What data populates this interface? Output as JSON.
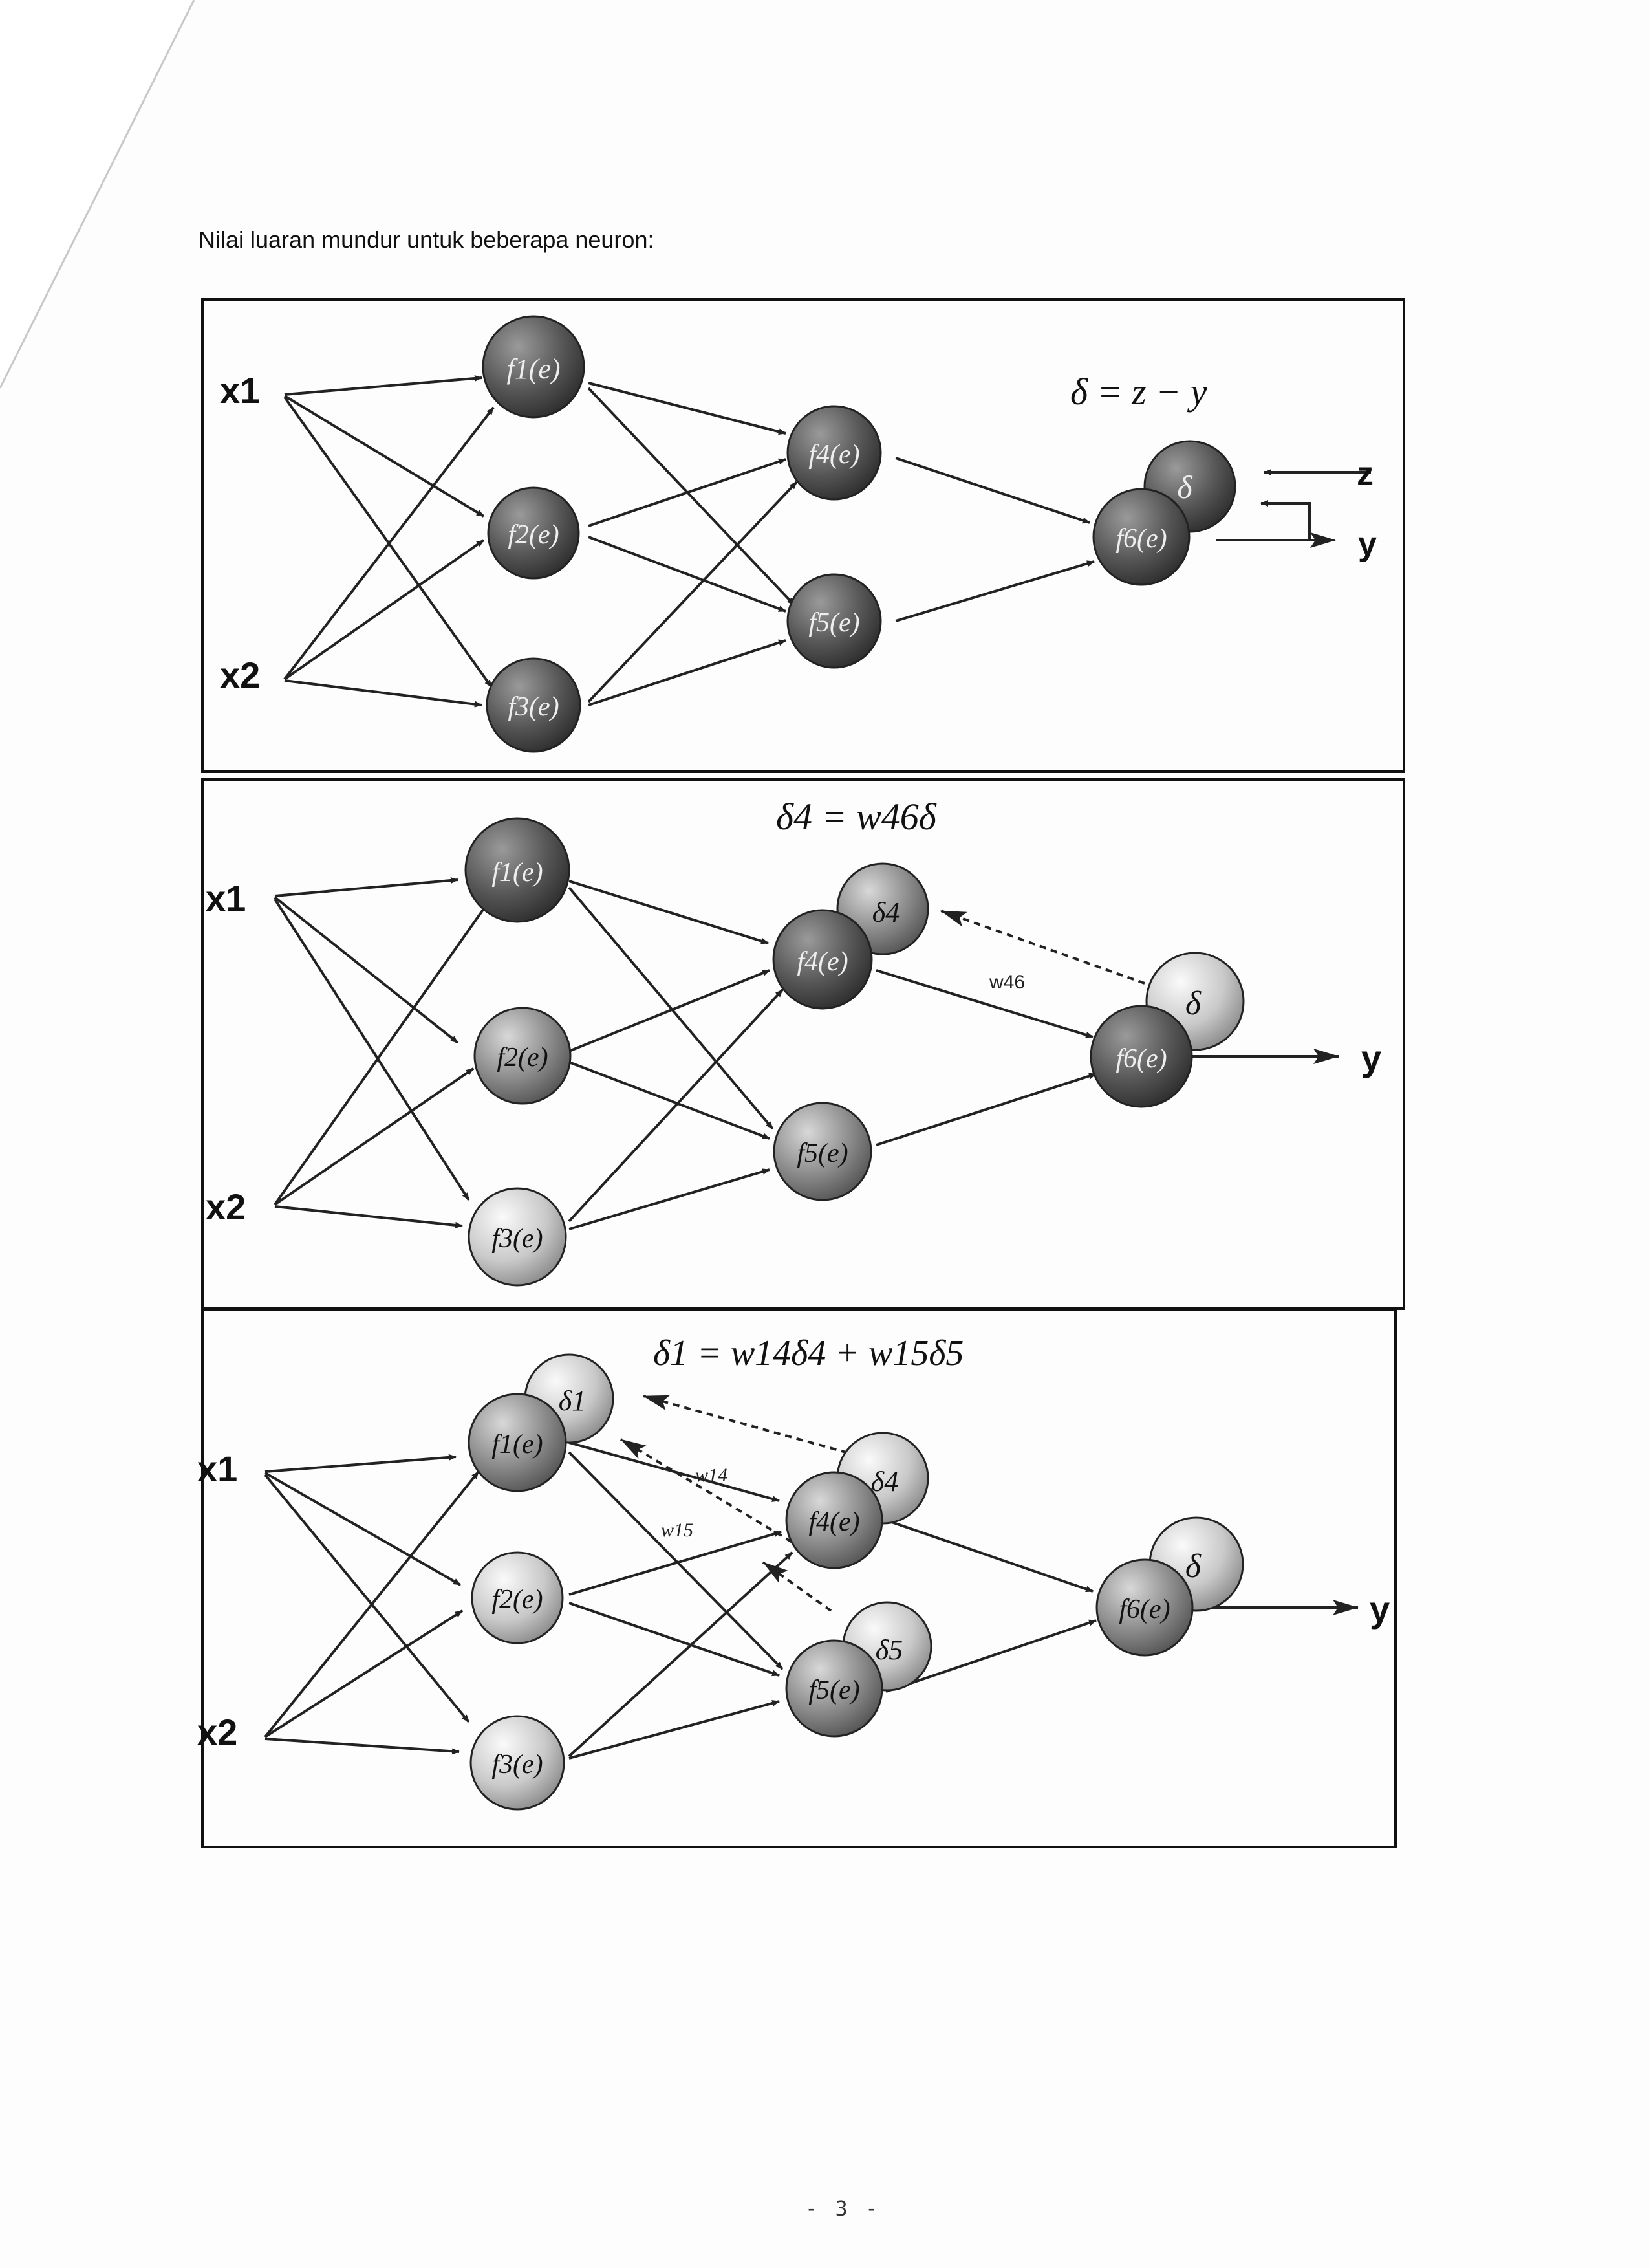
{
  "page": {
    "heading": "Nilai luaran mundur untuk beberapa neuron:",
    "page_number": "- 3 -"
  },
  "panels": [
    {
      "formula": "δ = z − y",
      "inputs": [
        "x1",
        "x2"
      ],
      "outputs": [
        "z",
        "y"
      ],
      "neurons": [
        "f1(e)",
        "f2(e)",
        "f3(e)",
        "f4(e)",
        "f5(e)",
        "f6(e)"
      ],
      "error_label": "δ"
    },
    {
      "formula": "δ4 = w46δ",
      "inputs": [
        "x1",
        "x2"
      ],
      "outputs": [
        "y"
      ],
      "neurons": [
        "f1(e)",
        "f2(e)",
        "f3(e)",
        "f4(e)",
        "f5(e)",
        "f6(e)"
      ],
      "error_labels": [
        "δ4",
        "δ"
      ],
      "weight_labels": [
        "w46"
      ]
    },
    {
      "formula": "δ1 = w14δ4 + w15δ5",
      "inputs": [
        "x1",
        "x2"
      ],
      "outputs": [
        "y"
      ],
      "neurons": [
        "f1(e)",
        "f2(e)",
        "f3(e)",
        "f4(e)",
        "f5(e)",
        "f6(e)"
      ],
      "error_labels": [
        "δ1",
        "δ4",
        "δ5",
        "δ"
      ],
      "weight_labels": [
        "w14",
        "w15"
      ]
    }
  ]
}
